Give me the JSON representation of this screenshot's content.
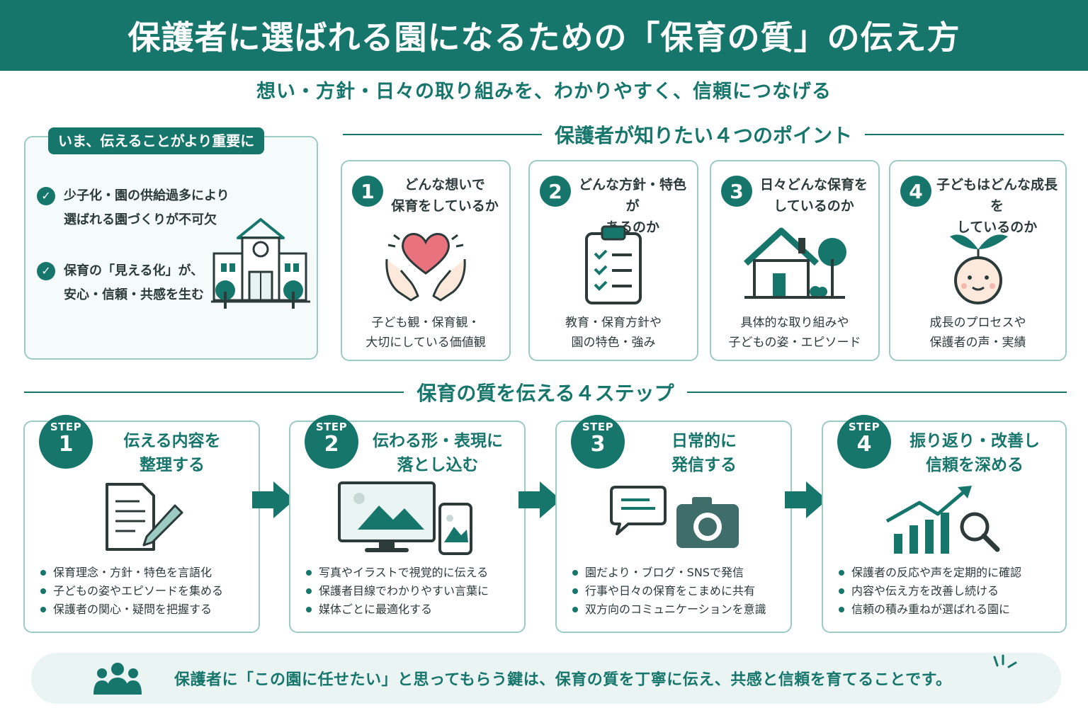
{
  "header": {
    "title": "保護者に選ばれる園になるための「保育の質」の伝え方"
  },
  "subtitle": "想い・方針・日々の取り組みを、わかりやすく、信頼につなげる",
  "info": {
    "tag": "いま、伝えることがより重要に",
    "items": [
      {
        "lines": [
          "少子化・園の供給過多により",
          "選ばれる園づくりが不可欠"
        ]
      },
      {
        "lines": [
          "保育の「見える化」が、",
          "安心・信頼・共感を生む"
        ]
      }
    ]
  },
  "points": {
    "heading": "保護者が知りたい４つのポイント",
    "cards": [
      {
        "num": "1",
        "title": [
          "どんな想いで",
          "保育をしているか"
        ],
        "icon": "heart-hands-icon",
        "desc": [
          "子ども観・保育観・",
          "大切にしている価値観"
        ]
      },
      {
        "num": "2",
        "title": [
          "どんな方針・特色が",
          "あるのか"
        ],
        "icon": "clipboard-checklist-icon",
        "desc": [
          "教育・保育方針や",
          "園の特色・強み"
        ]
      },
      {
        "num": "3",
        "title": [
          "日々どんな保育を",
          "しているのか"
        ],
        "icon": "house-tree-icon",
        "desc": [
          "具体的な取り組みや",
          "子どもの姿・エピソード"
        ]
      },
      {
        "num": "4",
        "title": [
          "子どもはどんな成長を",
          "しているのか"
        ],
        "icon": "child-sprout-icon",
        "desc": [
          "成長のプロセスや",
          "保護者の声・実績"
        ]
      }
    ]
  },
  "steps": {
    "heading": "保育の質を伝える４ステップ",
    "cards": [
      {
        "label": "STEP",
        "num": "1",
        "title": [
          "伝える内容を",
          "整理する"
        ],
        "icon": "document-pencil-icon",
        "bullets": [
          "保育理念・方針・特色を言語化",
          "子どもの姿やエピソードを集める",
          "保護者の関心・疑問を把握する"
        ]
      },
      {
        "label": "STEP",
        "num": "2",
        "title": [
          "伝わる形・表現に",
          "落とし込む"
        ],
        "icon": "monitor-phone-icon",
        "bullets": [
          "写真やイラストで視覚的に伝える",
          "保護者目線でわかりやすい言葉に",
          "媒体ごとに最適化する"
        ]
      },
      {
        "label": "STEP",
        "num": "3",
        "title": [
          "日常的に",
          "発信する"
        ],
        "icon": "chat-camera-icon",
        "bullets": [
          "園だより・ブログ・SNSで発信",
          "行事や日々の保育をこまめに共有",
          "双方向のコミュニケーションを意識"
        ]
      },
      {
        "label": "STEP",
        "num": "4",
        "title": [
          "振り返り・改善し",
          "信頼を深める"
        ],
        "icon": "growth-chart-magnifier-icon",
        "bullets": [
          "保護者の反応や声を定期的に確認",
          "内容や伝え方を改善し続ける",
          "信頼の積み重ねが選ばれる園に"
        ]
      }
    ]
  },
  "footer": {
    "text": "保護者に「この園に任せたい」と思ってもらう鍵は、保育の質を丁寧に伝え、共感と信頼を育てることです。"
  },
  "colors": {
    "primary": "#17766c",
    "border": "#9ccbc4",
    "light": "#eaf5f3",
    "accent_heart": "#e8727e"
  }
}
